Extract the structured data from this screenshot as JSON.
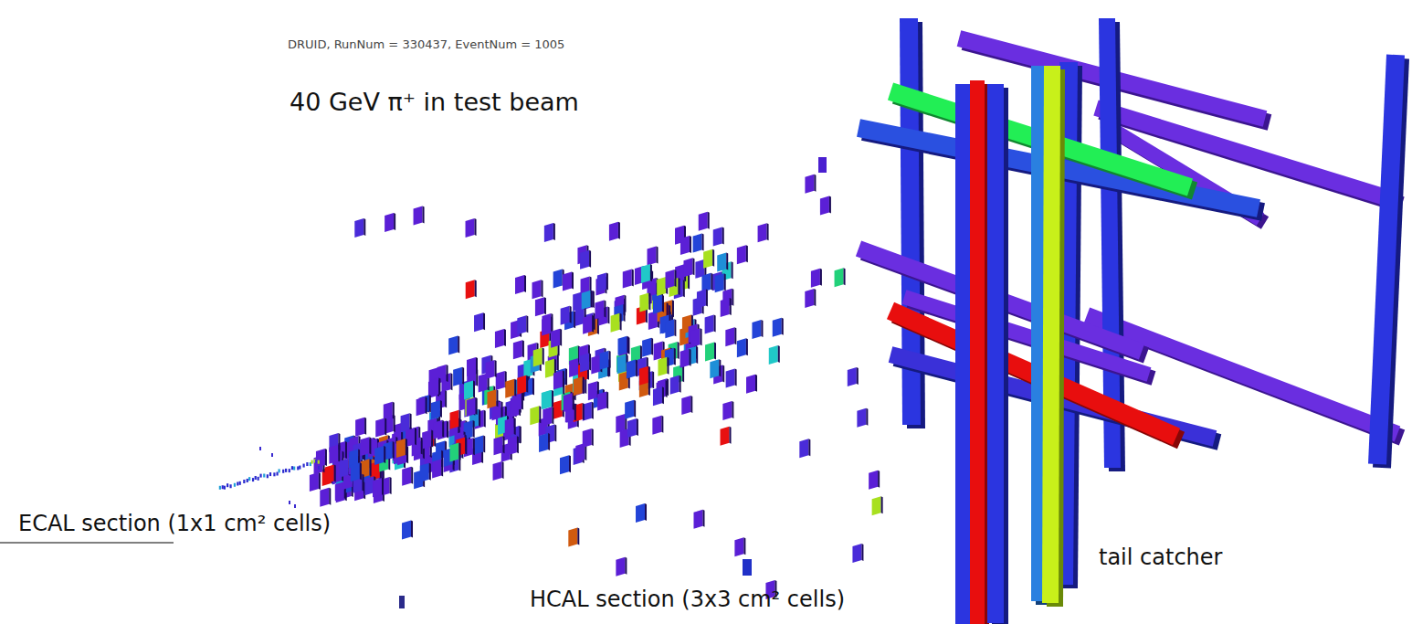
{
  "diagram": {
    "labels": [
      "DRUID, RunNum = 330437, EventNum = 1005",
      "40 GeV π⁺ in test beam",
      "ECAL section (1x1 cm² cells)",
      "HCAL section (3x3 cm² cells)",
      "tail catcher"
    ]
  }
}
